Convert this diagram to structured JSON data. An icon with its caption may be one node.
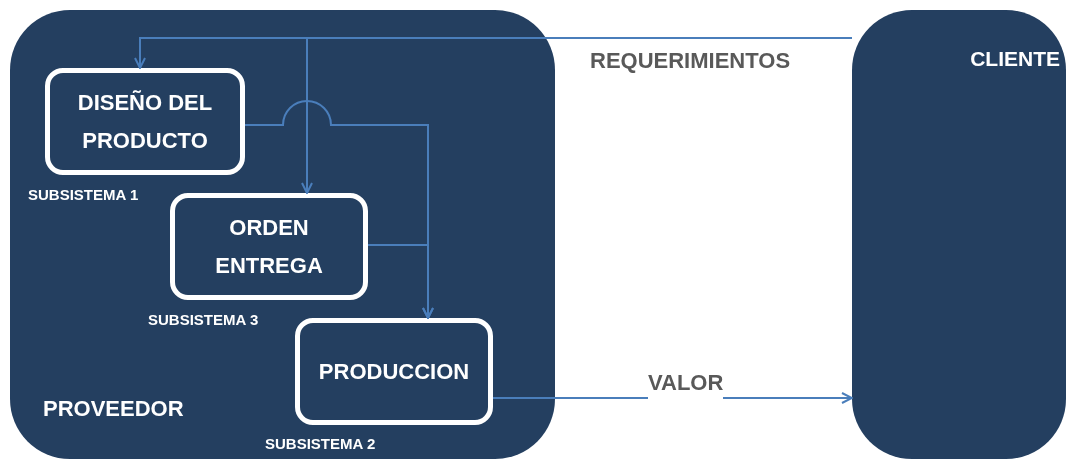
{
  "diagram": {
    "nodes": [
      {
        "text": [
          "PROVEEDOR"
        ]
      },
      {
        "text": [
          "DISEÑO DEL PRODUCTO"
        ],
        "beside": [
          "SUBSISTEMA 1"
        ],
        "in": 0
      },
      {
        "text": [
          "ORDEN ENTREGA"
        ],
        "beside": [
          "SUBSISTEMA 3"
        ],
        "in": 0
      },
      {
        "text": [
          "PRODUCCION"
        ],
        "beside": [
          "SUBSISTEMA 2"
        ],
        "in": 0
      },
      {
        "text": [
          "CLIENTE"
        ]
      }
    ],
    "edges": [
      {
        "from": 4,
        "to": 1,
        "arrow": "to",
        "label": "REQUERIMIENTOS"
      },
      {
        "from": 4,
        "to": 2,
        "arrow": "to"
      },
      {
        "from": 1,
        "to": 3,
        "arrow": "to"
      },
      {
        "from": 2,
        "to": 3,
        "arrow": "to"
      },
      {
        "from": 3,
        "to": 4,
        "arrow": "to",
        "label": "VALOR"
      }
    ]
  }
}
